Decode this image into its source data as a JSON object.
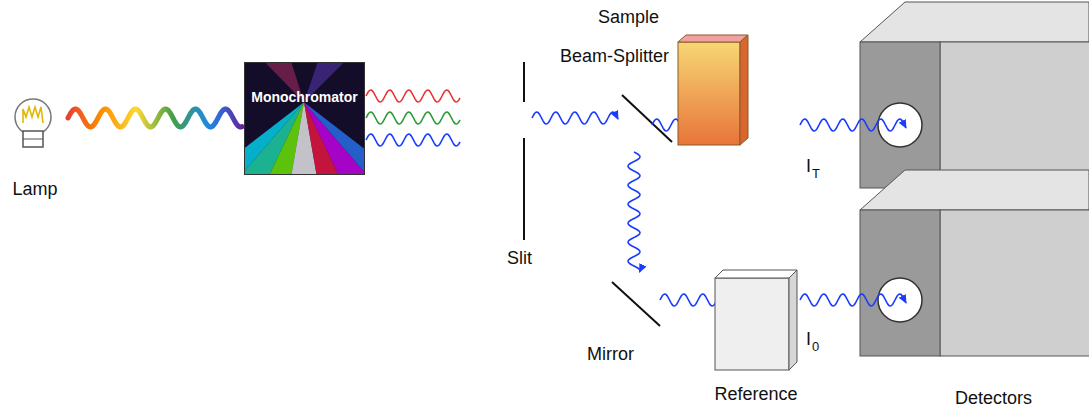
{
  "diagram": {
    "nodes": [
      {
        "text": [
          "Lamp"
        ]
      },
      {
        "text": [
          "Monochromator"
        ]
      },
      {
        "text": [
          "Sample"
        ]
      },
      {
        "text": [
          "Reference"
        ]
      }
    ],
    "edges": [
      {
        "from": 0,
        "to": 1,
        "arrow": "none"
      }
    ],
    "labels": [
      "Beam-Splitter",
      "Slit",
      "I",
      "T",
      "Mirror",
      "I",
      "0",
      "Detectors"
    ]
  }
}
